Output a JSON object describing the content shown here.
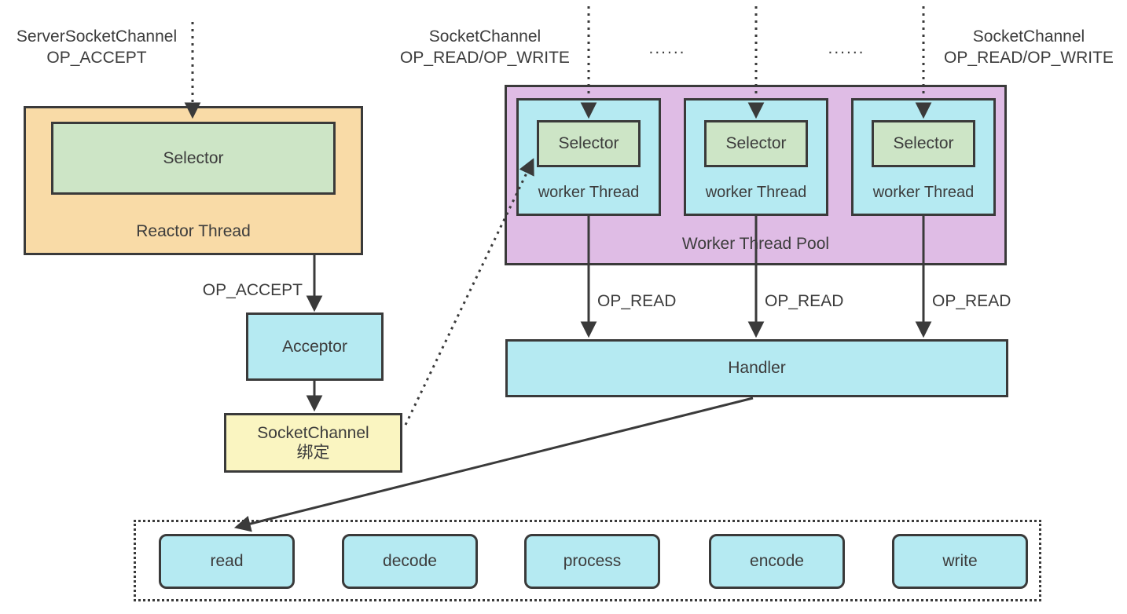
{
  "labels": {
    "server_socket": {
      "line1": "ServerSocketChannel",
      "line2": "OP_ACCEPT"
    },
    "socket_left": {
      "line1": "SocketChannel",
      "line2": "OP_READ/OP_WRITE"
    },
    "socket_right": {
      "line1": "SocketChannel",
      "line2": "OP_READ/OP_WRITE"
    },
    "dots_left": "......",
    "dots_right": "......",
    "op_accept": "OP_ACCEPT",
    "op_read_1": "OP_READ",
    "op_read_2": "OP_READ",
    "op_read_3": "OP_READ"
  },
  "reactor": {
    "selector": "Selector",
    "title": "Reactor Thread"
  },
  "acceptor": {
    "label": "Acceptor"
  },
  "socket_bind": {
    "line1": "SocketChannel",
    "line2": "绑定"
  },
  "pool": {
    "title": "Worker Thread Pool",
    "workers": [
      {
        "selector": "Selector",
        "label": "worker Thread"
      },
      {
        "selector": "Selector",
        "label": "worker Thread"
      },
      {
        "selector": "Selector",
        "label": "worker Thread"
      }
    ]
  },
  "handler": {
    "label": "Handler"
  },
  "pipeline": {
    "steps": [
      "read",
      "decode",
      "process",
      "encode",
      "write"
    ]
  },
  "colors": {
    "reactor_fill": "#f9dba7",
    "selector_fill": "#cde5c6",
    "thread_fill": "#b5eaf2",
    "pool_fill": "#dfbce5",
    "bind_fill": "#faf5c1",
    "line": "#3a3a3a",
    "text": "#3c3c3c",
    "background": "#ffffff"
  }
}
